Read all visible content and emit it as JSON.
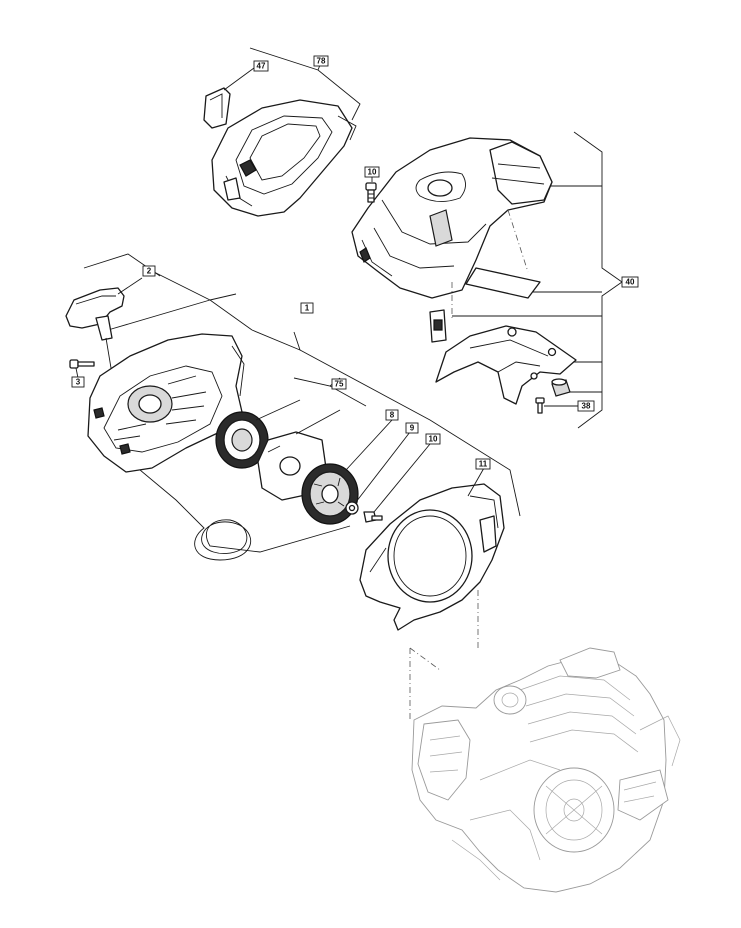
{
  "callouts": [
    {
      "id": "c78",
      "text": "78"
    },
    {
      "id": "c47",
      "text": "47"
    },
    {
      "id": "c10a",
      "text": "10"
    },
    {
      "id": "c40",
      "text": "40"
    },
    {
      "id": "c2",
      "text": "2"
    },
    {
      "id": "c1",
      "text": "1"
    },
    {
      "id": "c3",
      "text": "3"
    },
    {
      "id": "c75",
      "text": "75"
    },
    {
      "id": "c8",
      "text": "8"
    },
    {
      "id": "c9",
      "text": "9"
    },
    {
      "id": "c10b",
      "text": "10"
    },
    {
      "id": "c11",
      "text": "11"
    },
    {
      "id": "c38",
      "text": "38"
    }
  ],
  "colors": {
    "line": "#1a1a1a",
    "engine_ghost": "#9a9a9a"
  }
}
